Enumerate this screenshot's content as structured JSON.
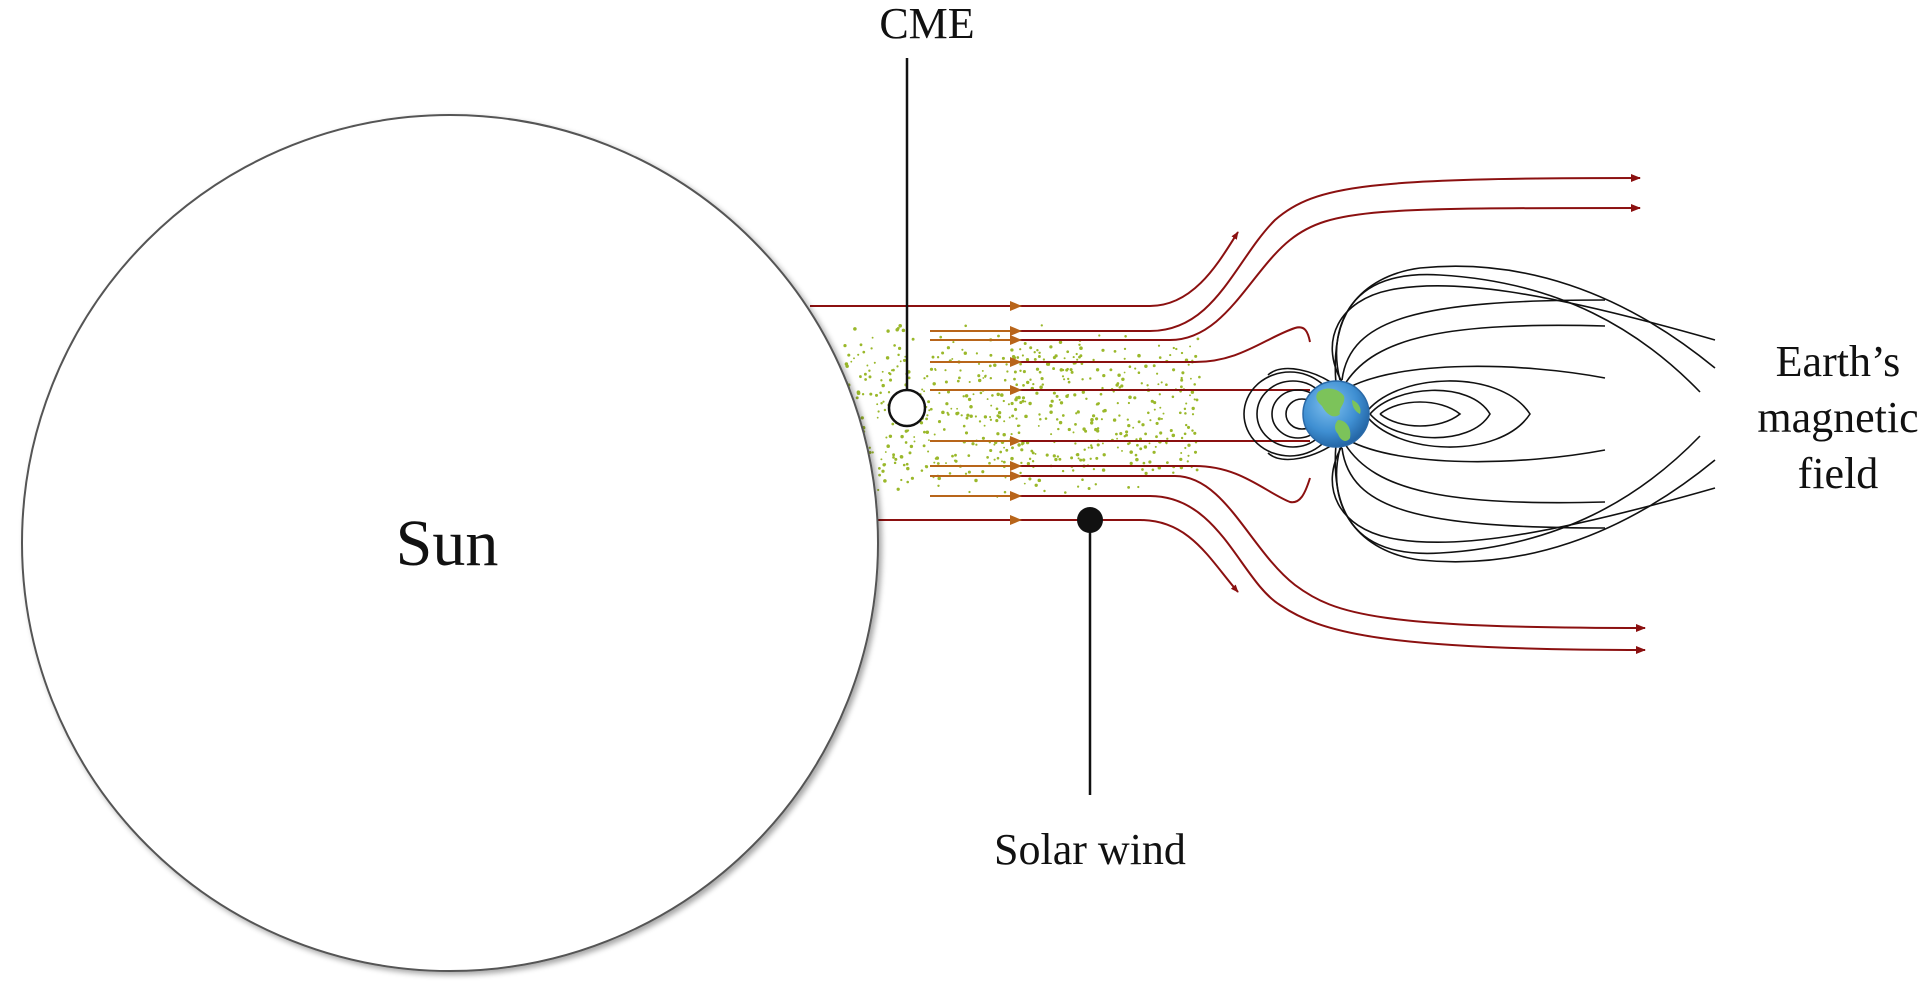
{
  "labels": {
    "sun": "Sun",
    "cme": "CME",
    "solar_wind": "Solar wind",
    "earth_field": [
      "Earth’s",
      "magnetic",
      "field"
    ]
  },
  "colors": {
    "background": "#ffffff",
    "sun_outline": "#555555",
    "solar_wind_lines": "#8b1010",
    "flow_arrows": "#b8651a",
    "magnetic_field_lines": "#111111",
    "cme_particles": "#9ab82a",
    "earth_ocean": "#3f8fd2",
    "earth_land": "#7cc35a",
    "pointer": "#111111"
  },
  "icons": {
    "earth": "globe-icon",
    "cme_marker": "open-circle-marker",
    "solar_wind_marker": "filled-dot-marker"
  }
}
